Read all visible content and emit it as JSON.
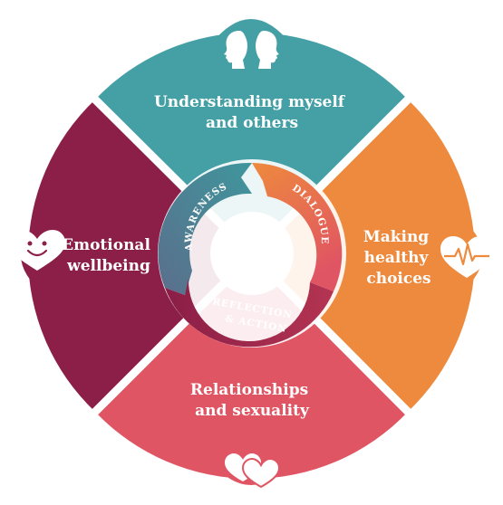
{
  "quadrants": {
    "top": {
      "lines": [
        "Understanding myself",
        "and others"
      ],
      "color": "#45a0a6",
      "icon": "two-faces-icon"
    },
    "right": {
      "lines": [
        "Making",
        "healthy",
        "choices"
      ],
      "color": "#ee8a3d",
      "icon": "heartbeat-heart-icon"
    },
    "bottom": {
      "lines": [
        "Relationships",
        "and sexuality"
      ],
      "color": "#e05563",
      "icon": "two-hearts-icon"
    },
    "left": {
      "lines": [
        "Emotional",
        "wellbeing"
      ],
      "color": "#8c1f48",
      "icon": "smiley-heart-icon"
    }
  },
  "ring": {
    "awareness": "AWARENESS",
    "dialogue": "DIALOGUE",
    "reflection": "REFLECTION",
    "action": "& ACTION",
    "colors": {
      "awareness": "#3f8f98",
      "dialogue": "#ea6a4b",
      "reflection": "#8a1e47"
    }
  }
}
